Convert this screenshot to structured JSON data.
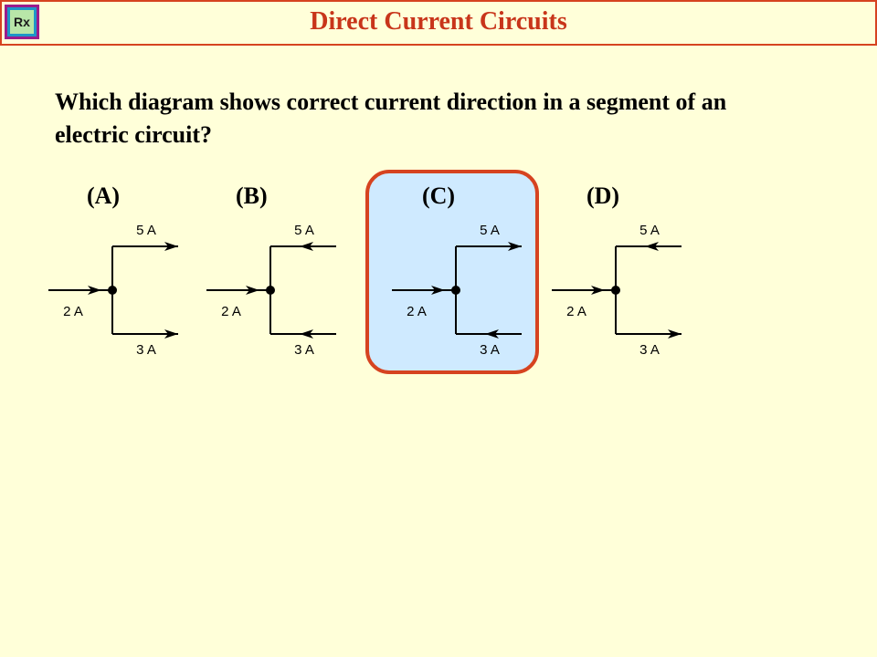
{
  "header": {
    "logo_text": "Rx",
    "title": "Direct Current Circuits"
  },
  "question": "Which diagram shows correct current direction in a segment of an electric circuit?",
  "choices": [
    {
      "label": "(A)",
      "input": "2 A",
      "top": "5 A",
      "bottom": "3 A",
      "top_direction": "out",
      "bottom_direction": "out",
      "highlighted": false
    },
    {
      "label": "(B)",
      "input": "2 A",
      "top": "5 A",
      "bottom": "3 A",
      "top_direction": "in",
      "bottom_direction": "in",
      "highlighted": false
    },
    {
      "label": "(C)",
      "input": "2 A",
      "top": "5 A",
      "bottom": "3 A",
      "top_direction": "out",
      "bottom_direction": "in",
      "highlighted": true
    },
    {
      "label": "(D)",
      "input": "2 A",
      "top": "5 A",
      "bottom": "3 A",
      "top_direction": "in",
      "bottom_direction": "out",
      "highlighted": false
    }
  ],
  "colors": {
    "background": "#FFFFD9",
    "accent": "#D64320",
    "highlight_fill": "#CFEAFF"
  }
}
